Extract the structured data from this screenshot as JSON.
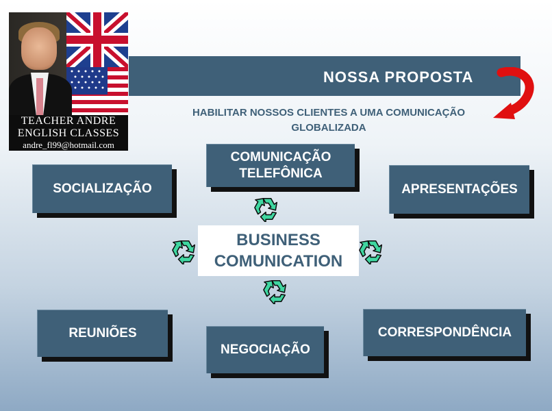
{
  "badge": {
    "line1": "TEACHER ANDRE",
    "line2": "ENGLISH CLASSES",
    "email": "andre_fl99@hotmail.com"
  },
  "header": {
    "title": "NOSSA PROPOSTA",
    "subtitle_line1": "HABILITAR NOSSOS CLIENTES A UMA COMUNICAÇÃO",
    "subtitle_line2": "GLOBALIZADA"
  },
  "center": {
    "line1": "BUSINESS",
    "line2": "COMUNICATION"
  },
  "boxes": {
    "comunicacao_line1": "COMUNICAÇÃO",
    "comunicacao_line2": "TELEFÔNICA",
    "socializacao": "SOCIALIZAÇÃO",
    "apresentacoes": "APRESENTAÇÕES",
    "reunioes": "REUNIÕES",
    "negociacao": "NEGOCIAÇÃO",
    "correspondencia": "CORRESPONDÊNCIA"
  },
  "colors": {
    "box_blue": "#3f6078",
    "arrow_red": "#e01010",
    "recycle_green": "#3fd6a0"
  },
  "icons": [
    "recycle-icon",
    "curved-arrow-icon",
    "uk-flag",
    "us-flag"
  ]
}
